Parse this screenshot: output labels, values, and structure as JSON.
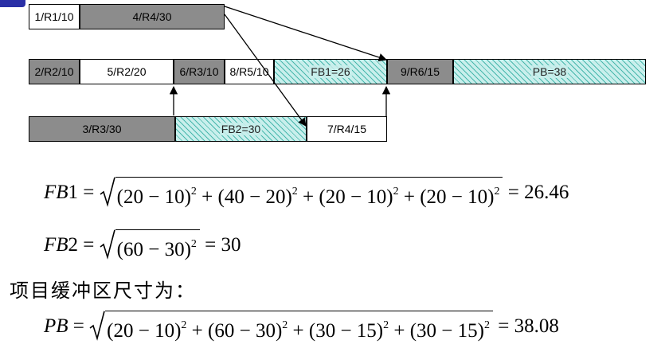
{
  "blocks": {
    "b1": "1/R1/10",
    "b4": "4/R4/30",
    "b2": "2/R2/10",
    "b5": "5/R2/20",
    "b6": "6/R3/10",
    "b8": "8/R5/10",
    "fb1": "FB1=26",
    "b9": "9/R6/15",
    "pb": "PB=38",
    "b3": "3/R3/30",
    "fb2": "FB2=30",
    "b7": "7/R4/15"
  },
  "formulas": {
    "fb1": {
      "lhs_var": "FB",
      "lhs_num": "1",
      "eq": "=",
      "radicand": [
        {
          "base": "(20 − 10)",
          "exp": "2"
        },
        {
          "op": " + "
        },
        {
          "base": "(40 − 20)",
          "exp": "2"
        },
        {
          "op": " + "
        },
        {
          "base": "(20 − 10)",
          "exp": "2"
        },
        {
          "op": " + "
        },
        {
          "base": "(20 − 10)",
          "exp": "2"
        }
      ],
      "result": "= 26.46"
    },
    "fb2": {
      "lhs_var": "FB",
      "lhs_num": "2",
      "eq": "=",
      "radicand_base": "(60 − 30)",
      "radicand_exp": "2",
      "result": "= 30"
    },
    "caption": "项目缓冲区尺寸为：",
    "pb": {
      "lhs_var": "PB",
      "eq": "=",
      "radicand": [
        {
          "base": "(20 − 10)",
          "exp": "2"
        },
        {
          "op": " + "
        },
        {
          "base": "(60 − 30)",
          "exp": "2"
        },
        {
          "op": " + "
        },
        {
          "base": "(30 − 15)",
          "exp": "2"
        },
        {
          "op": " + "
        },
        {
          "base": "(30 − 15)",
          "exp": "2"
        }
      ],
      "result": "= 38.08"
    }
  },
  "colors": {
    "task_fill": "#8c8c8c",
    "buffer_fill": "#c9efec",
    "buffer_hatch": "#49b7ad",
    "logo": "#2a2fa6"
  }
}
